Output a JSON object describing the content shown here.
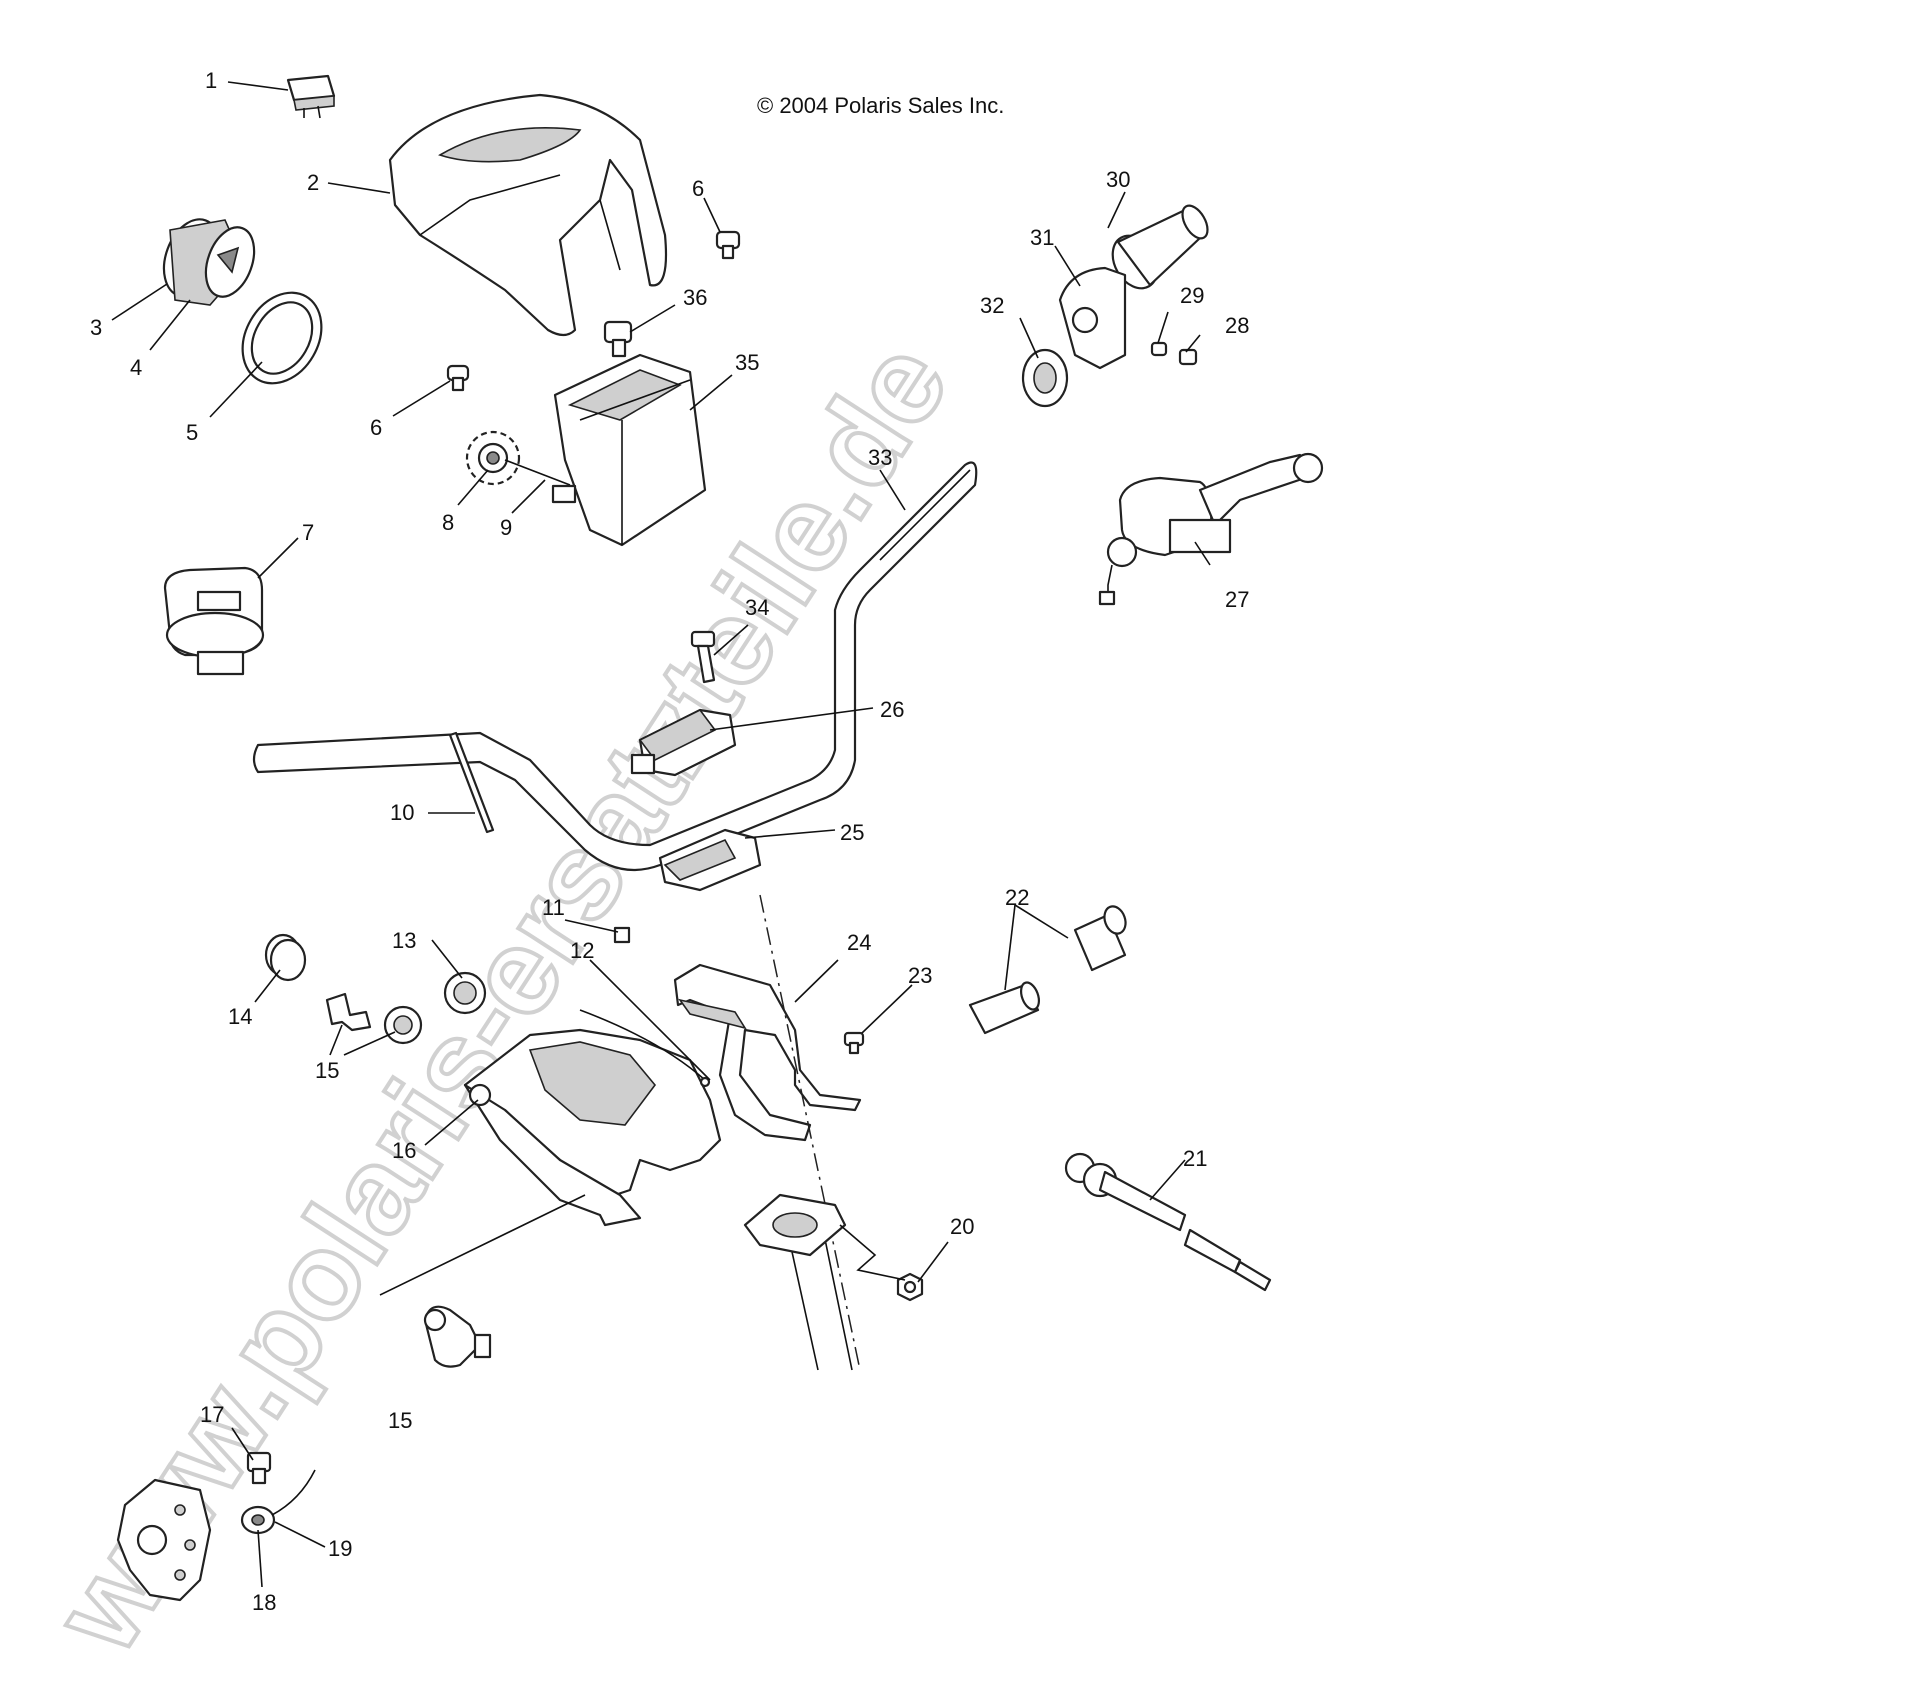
{
  "copyright": "© 2004 Polaris Sales Inc.",
  "watermark": "www.polaris-ersatzteile.de",
  "callouts": {
    "n1": "1",
    "n2": "2",
    "n3": "3",
    "n4": "4",
    "n5": "5",
    "n6a": "6",
    "n6b": "6",
    "n7": "7",
    "n8": "8",
    "n9": "9",
    "n10": "10",
    "n11": "11",
    "n12": "12",
    "n13": "13",
    "n14": "14",
    "n15a": "15",
    "n15b": "15",
    "n16": "16",
    "n17": "17",
    "n18": "18",
    "n19": "19",
    "n20": "20",
    "n21": "21",
    "n22": "22",
    "n23": "23",
    "n24": "24",
    "n25": "25",
    "n26": "26",
    "n27": "27",
    "n28": "28",
    "n29": "29",
    "n30": "30",
    "n31": "31",
    "n32": "32",
    "n33": "33",
    "n34": "34",
    "n35": "35",
    "n36": "36"
  }
}
